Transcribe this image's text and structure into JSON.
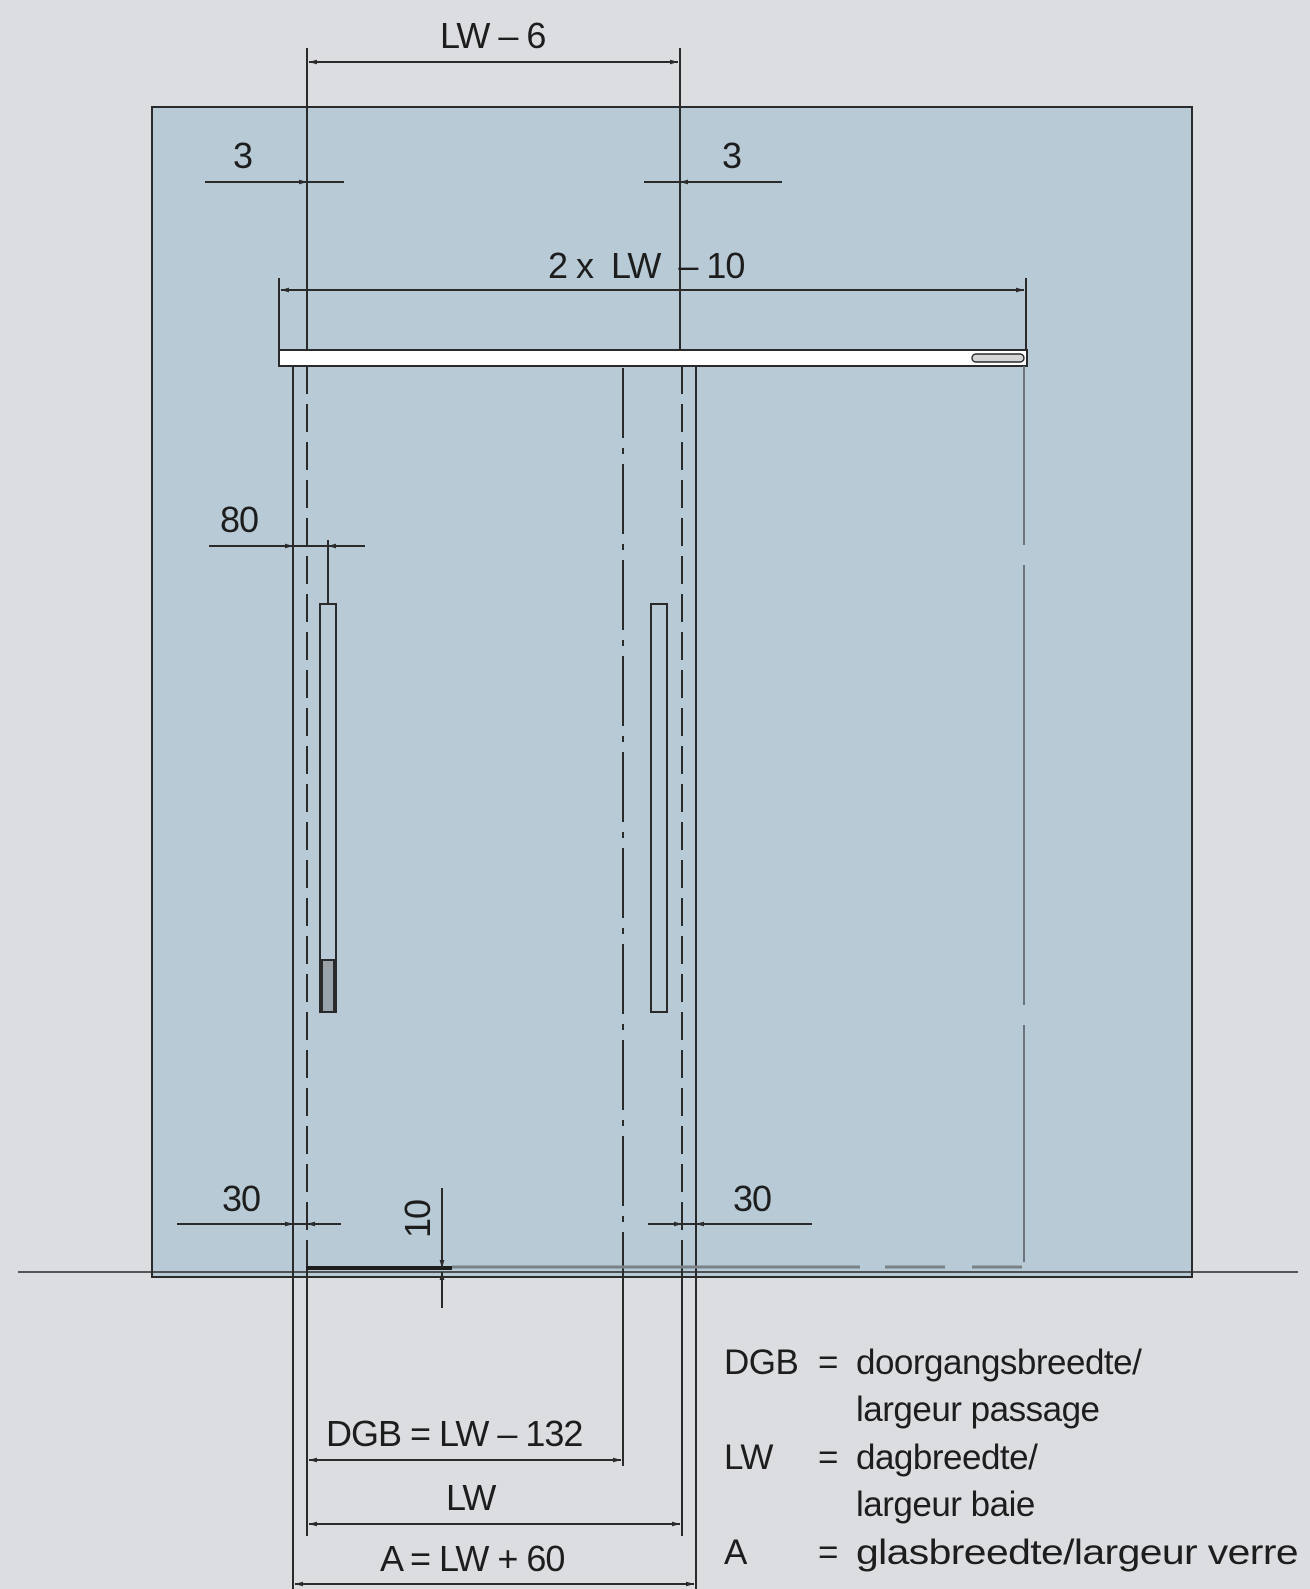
{
  "colors": {
    "background": "#dcdde0",
    "glass_panel": "#b7cad6",
    "line": "#2a2a2a",
    "rail": "#ffffff"
  },
  "dimensions": {
    "top_opening": "LW – 6",
    "offset_left": "3",
    "offset_right": "3",
    "rail_length": "2 x  LW  – 10",
    "handle_offset": "80",
    "bottom_left": "30",
    "bottom_right": "30",
    "floor_gap": "10",
    "passage": "DGB = LW – 132",
    "daylight": "LW",
    "glass": "A = LW + 60"
  },
  "legend": [
    {
      "abbr": "DGB",
      "eq": "=",
      "line1": "doorgangsbreedte/",
      "line2": "largeur passage"
    },
    {
      "abbr": "LW",
      "eq": "=",
      "line1": "dagbreedte/",
      "line2": "largeur baie"
    },
    {
      "abbr": "A",
      "eq": "=",
      "line1": "glasbreedte/largeur verre",
      "line2": ""
    }
  ]
}
